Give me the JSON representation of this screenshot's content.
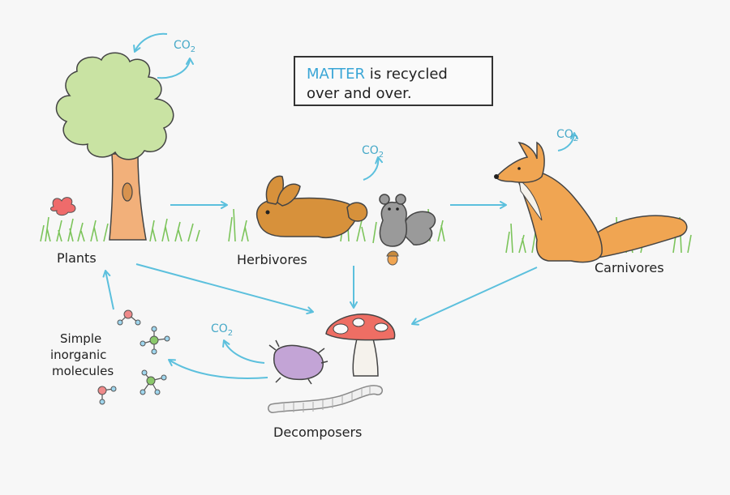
{
  "note": {
    "highlight": "MATTER",
    "line1_rest": " is recycled",
    "line2": "over and over."
  },
  "labels": {
    "plants": "Plants",
    "herbivores": "Herbivores",
    "carnivores": "Carnivores",
    "decomposers": "Decomposers",
    "molecules_line1": "Simple",
    "molecules_line2": "inorganic",
    "molecules_line3": "molecules"
  },
  "co2": {
    "main": "CO",
    "sub": "2"
  },
  "colors": {
    "arrow": "#5cc0dd",
    "co2_text": "#47a9c8",
    "matter_text": "#3aa6d6",
    "tree_foliage": "#c9e3a3",
    "tree_trunk": "#f2b07a",
    "rabbit": "#d7913b",
    "fox": "#f0a552",
    "squirrel": "#9a9a9a",
    "mite": "#c3a4d6",
    "mushroom_cap": "#ee6e64",
    "grass": "#7cc45b"
  }
}
